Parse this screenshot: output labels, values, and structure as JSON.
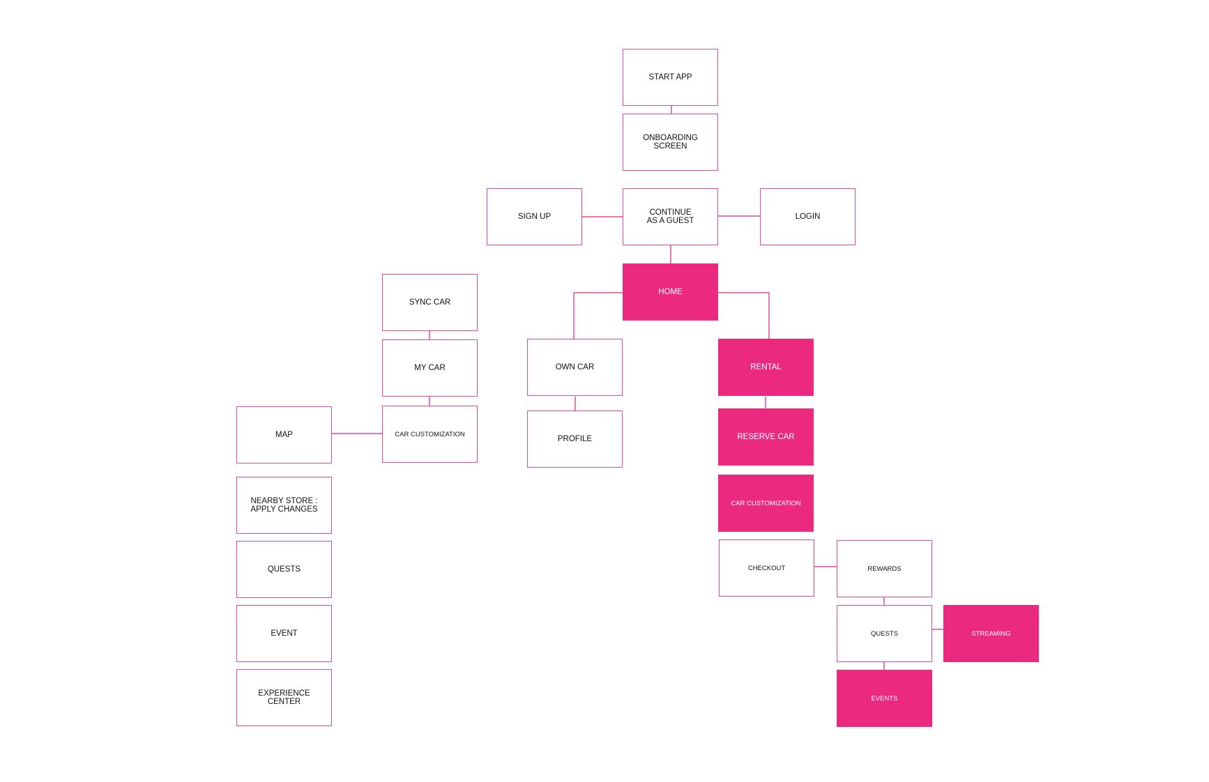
{
  "colors": {
    "accent": "#eb2a7f",
    "outline": "#ec4899",
    "text": "#111111"
  },
  "nodes": {
    "start_app": "START APP",
    "onboarding": "ONBOARDING\nSCREEN",
    "sign_up": "SIGN UP",
    "continue_guest": "CONTINUE\nAS A GUEST",
    "login": "LOGIN",
    "home": "HOME",
    "own_car": "OWN CAR",
    "profile": "PROFILE",
    "rental": "RENTAL",
    "reserve_car": "RESERVE CAR",
    "rental_car_customization": "CAR CUSTOMIZATION",
    "checkout": "CHECKOUT",
    "rewards": "REWARDS",
    "quests_right": "QUESTS",
    "streaming": "STREAMING",
    "events": "EVENTS",
    "sync_car": "SYNC CAR",
    "my_car": "MY CAR",
    "car_customization": "CAR CUSTOMIZATION",
    "map": "MAP",
    "nearby_store": "NEARBY STORE :\nAPPLY CHANGES",
    "quests_left": "QUESTS",
    "event": "EVENT",
    "experience_center": "EXPERIENCE\nCENTER"
  }
}
